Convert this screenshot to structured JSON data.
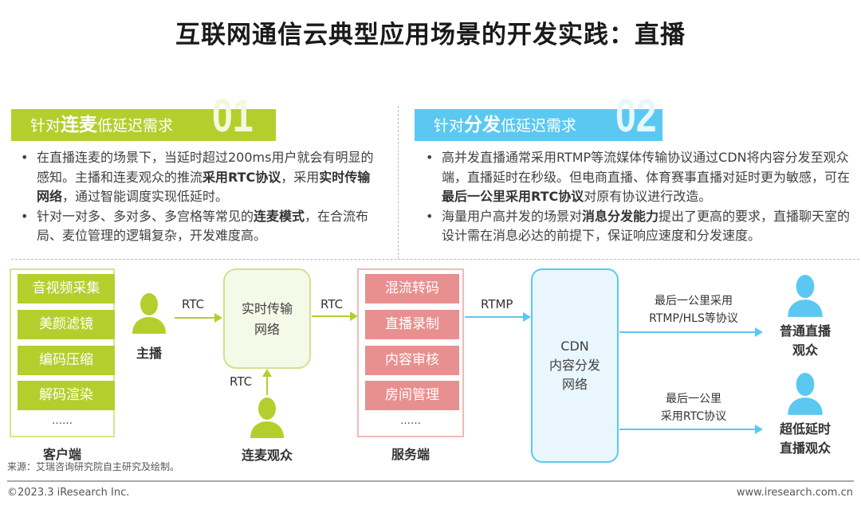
{
  "title": "互联网通信云典型应用场景的开发实践：直播",
  "section1": {
    "pre": "针对",
    "bold": "连麦",
    "post": "低延迟需求",
    "number": "01",
    "bullet1": {
      "t1": "在直播连麦的场景下，当延时超过200ms用户就会有明显的感知。主播和连麦观众的推流",
      "b1": "采用RTC协议",
      "t2": "，采用",
      "b2": "实时传输网络",
      "t3": "，通过智能调度实现低延时。"
    },
    "bullet2": {
      "t1": "针对一对多、多对多、多宫格等常见的",
      "b1": "连麦模式",
      "t2": "，在合流布局、麦位管理的逻辑复杂，开发难度高。"
    }
  },
  "section2": {
    "pre": "针对",
    "bold": "分发",
    "post": "低延迟需求",
    "number": "02",
    "bullet1": {
      "t1": "高并发直播通常采用RTMP等流媒体传输协议通过CDN将内容分发至观众端，直播延时在秒级。但电商直播、体育赛事直播对延时更为敏感，可在",
      "b1": "最后一公里采用RTC协议",
      "t2": "对原有协议进行改造。"
    },
    "bullet2": {
      "t1": "海量用户高并发的场景对",
      "b1": "消息分发能力",
      "t2": "提出了更高的要求，直播聊天室的设计需在消息必达的前提下，保证响应速度和分发速度。"
    }
  },
  "diagram": {
    "client": {
      "items": [
        "音视频采集",
        "美颜滤镜",
        "编码压缩",
        "解码渲染"
      ],
      "more": "……",
      "label": "客户端"
    },
    "host": "主播",
    "rtc1": "RTC",
    "rtc2": "RTC",
    "rtc3": "RTC",
    "network": {
      "line1": "实时传输",
      "line2": "网络"
    },
    "co_host": "连麦观众",
    "server": {
      "items": [
        "混流转码",
        "直播录制",
        "内容审核",
        "房间管理"
      ],
      "more": "……",
      "label": "服务端"
    },
    "rtmp": "RTMP",
    "cdn": {
      "line1": "CDN",
      "line2": "内容分发",
      "line3": "网络"
    },
    "upper_label": {
      "line1": "最后一公里采用",
      "line2": "RTMP/HLS等协议"
    },
    "lower_label": {
      "line1": "最后一公里",
      "line2": "采用RTC协议"
    },
    "viewer1": {
      "line1": "普通直播",
      "line2": "观众"
    },
    "viewer2": {
      "line1": "超低延时",
      "line2": "直播观众"
    }
  },
  "source": "来源：艾瑞咨询研究院自主研究及绘制。",
  "footer": {
    "copyright": "©2023.3 iResearch Inc.",
    "url": "www.iresearch.com.cn"
  },
  "colors": {
    "green": "#b4cf2d",
    "blue": "#5bc8f1",
    "pink": "#e8908f"
  }
}
